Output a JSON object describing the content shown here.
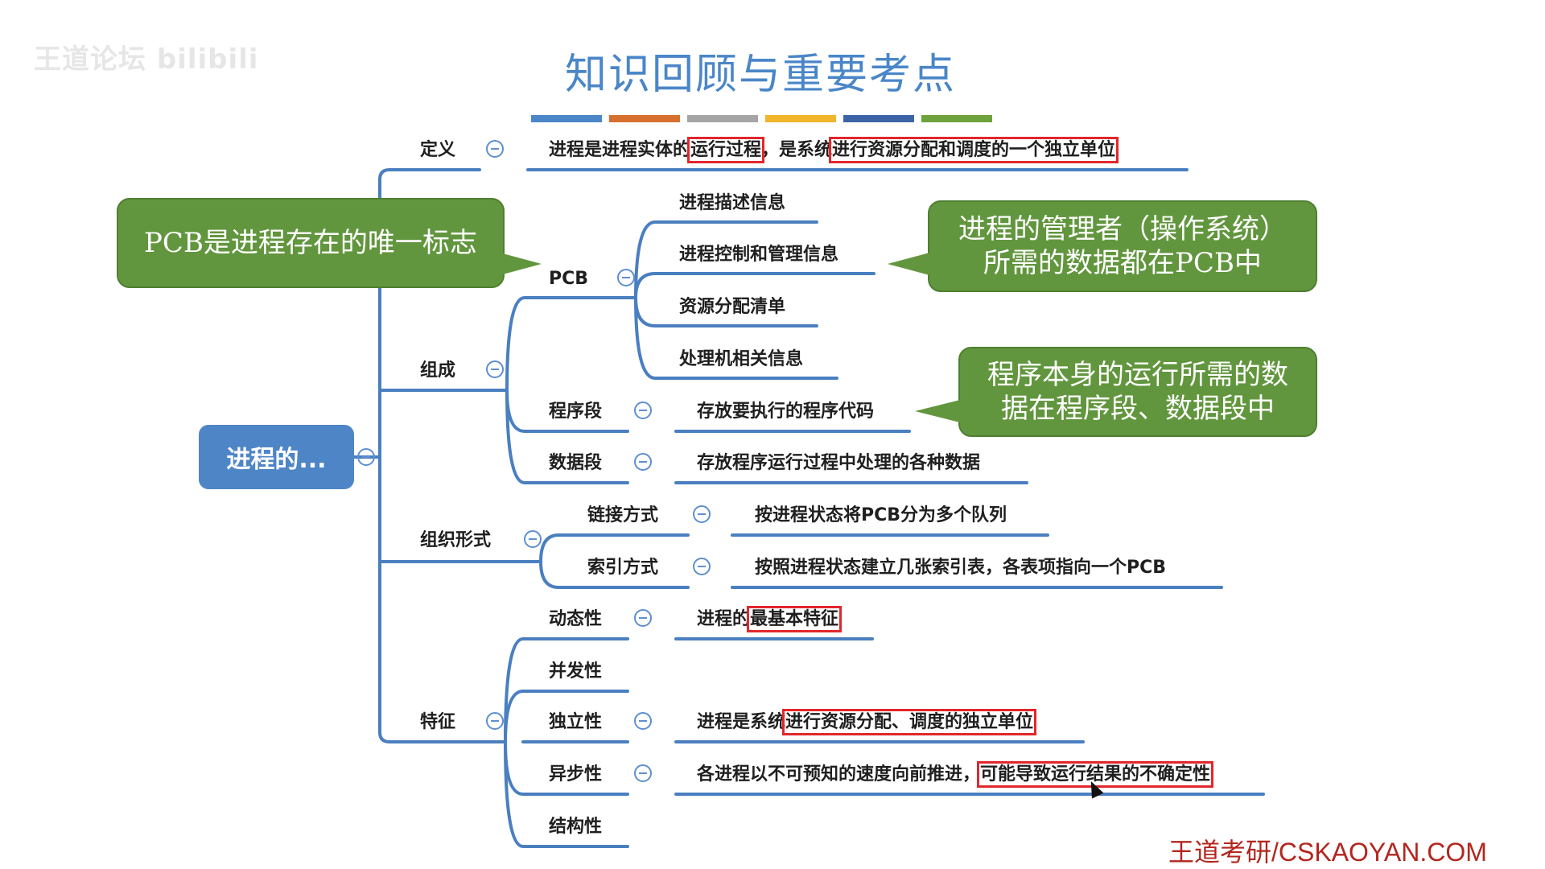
{
  "watermark": "王道论坛 bilibili",
  "title": "知识回顾与重要考点",
  "colors": {
    "title": "#4a86c8",
    "line": "#4a7fc0",
    "callout": "#62963e",
    "highlight": "#e3262b",
    "footer": "#b3261e",
    "bars": [
      "#4a86c8",
      "#d7702e",
      "#a6a6a6",
      "#f0b52a",
      "#3e64a8",
      "#6da23c"
    ]
  },
  "root": "进程的...",
  "definition": {
    "label": "定义",
    "text_a": "进程是进程实体的",
    "text_hl1": "运行过程",
    "text_b": "，是系统",
    "text_hl2": "进行资源分配和调度的一个独立单位"
  },
  "composition": {
    "label": "组成",
    "pcb": {
      "label": "PCB",
      "items": [
        "进程描述信息",
        "进程控制和管理信息",
        "资源分配清单",
        "处理机相关信息"
      ]
    },
    "program_segment": {
      "label": "程序段",
      "desc": "存放要执行的程序代码"
    },
    "data_segment": {
      "label": "数据段",
      "desc": "存放程序运行过程中处理的各种数据"
    }
  },
  "organization": {
    "label": "组织形式",
    "link": {
      "label": "链接方式",
      "desc": "按进程状态将PCB分为多个队列"
    },
    "index": {
      "label": "索引方式",
      "desc": "按照进程状态建立几张索引表，各表项指向一个PCB"
    }
  },
  "features": {
    "label": "特征",
    "dynamic": {
      "label": "动态性",
      "desc_a": "进程的",
      "desc_hl": "最基本特征"
    },
    "concurrency": {
      "label": "并发性"
    },
    "independence": {
      "label": "独立性",
      "desc_a": "进程是系统",
      "desc_hl": "进行资源分配、调度的独立单位"
    },
    "asynchrony": {
      "label": "异步性",
      "desc_a": "各进程以不可预知的速度向前推进，",
      "desc_hl": "可能导致运行结果的不确定性"
    },
    "structure": {
      "label": "结构性"
    }
  },
  "callouts": {
    "pcb_unique": "PCB是进程存在的唯一标志",
    "manager_line1": "进程的管理者（操作系统）",
    "manager_line2": "所需的数据都在PCB中",
    "program_line1": "程序本身的运行所需的数",
    "program_line2": "据在程序段、数据段中"
  },
  "footer": "王道考研/CSKAOYAN.COM"
}
